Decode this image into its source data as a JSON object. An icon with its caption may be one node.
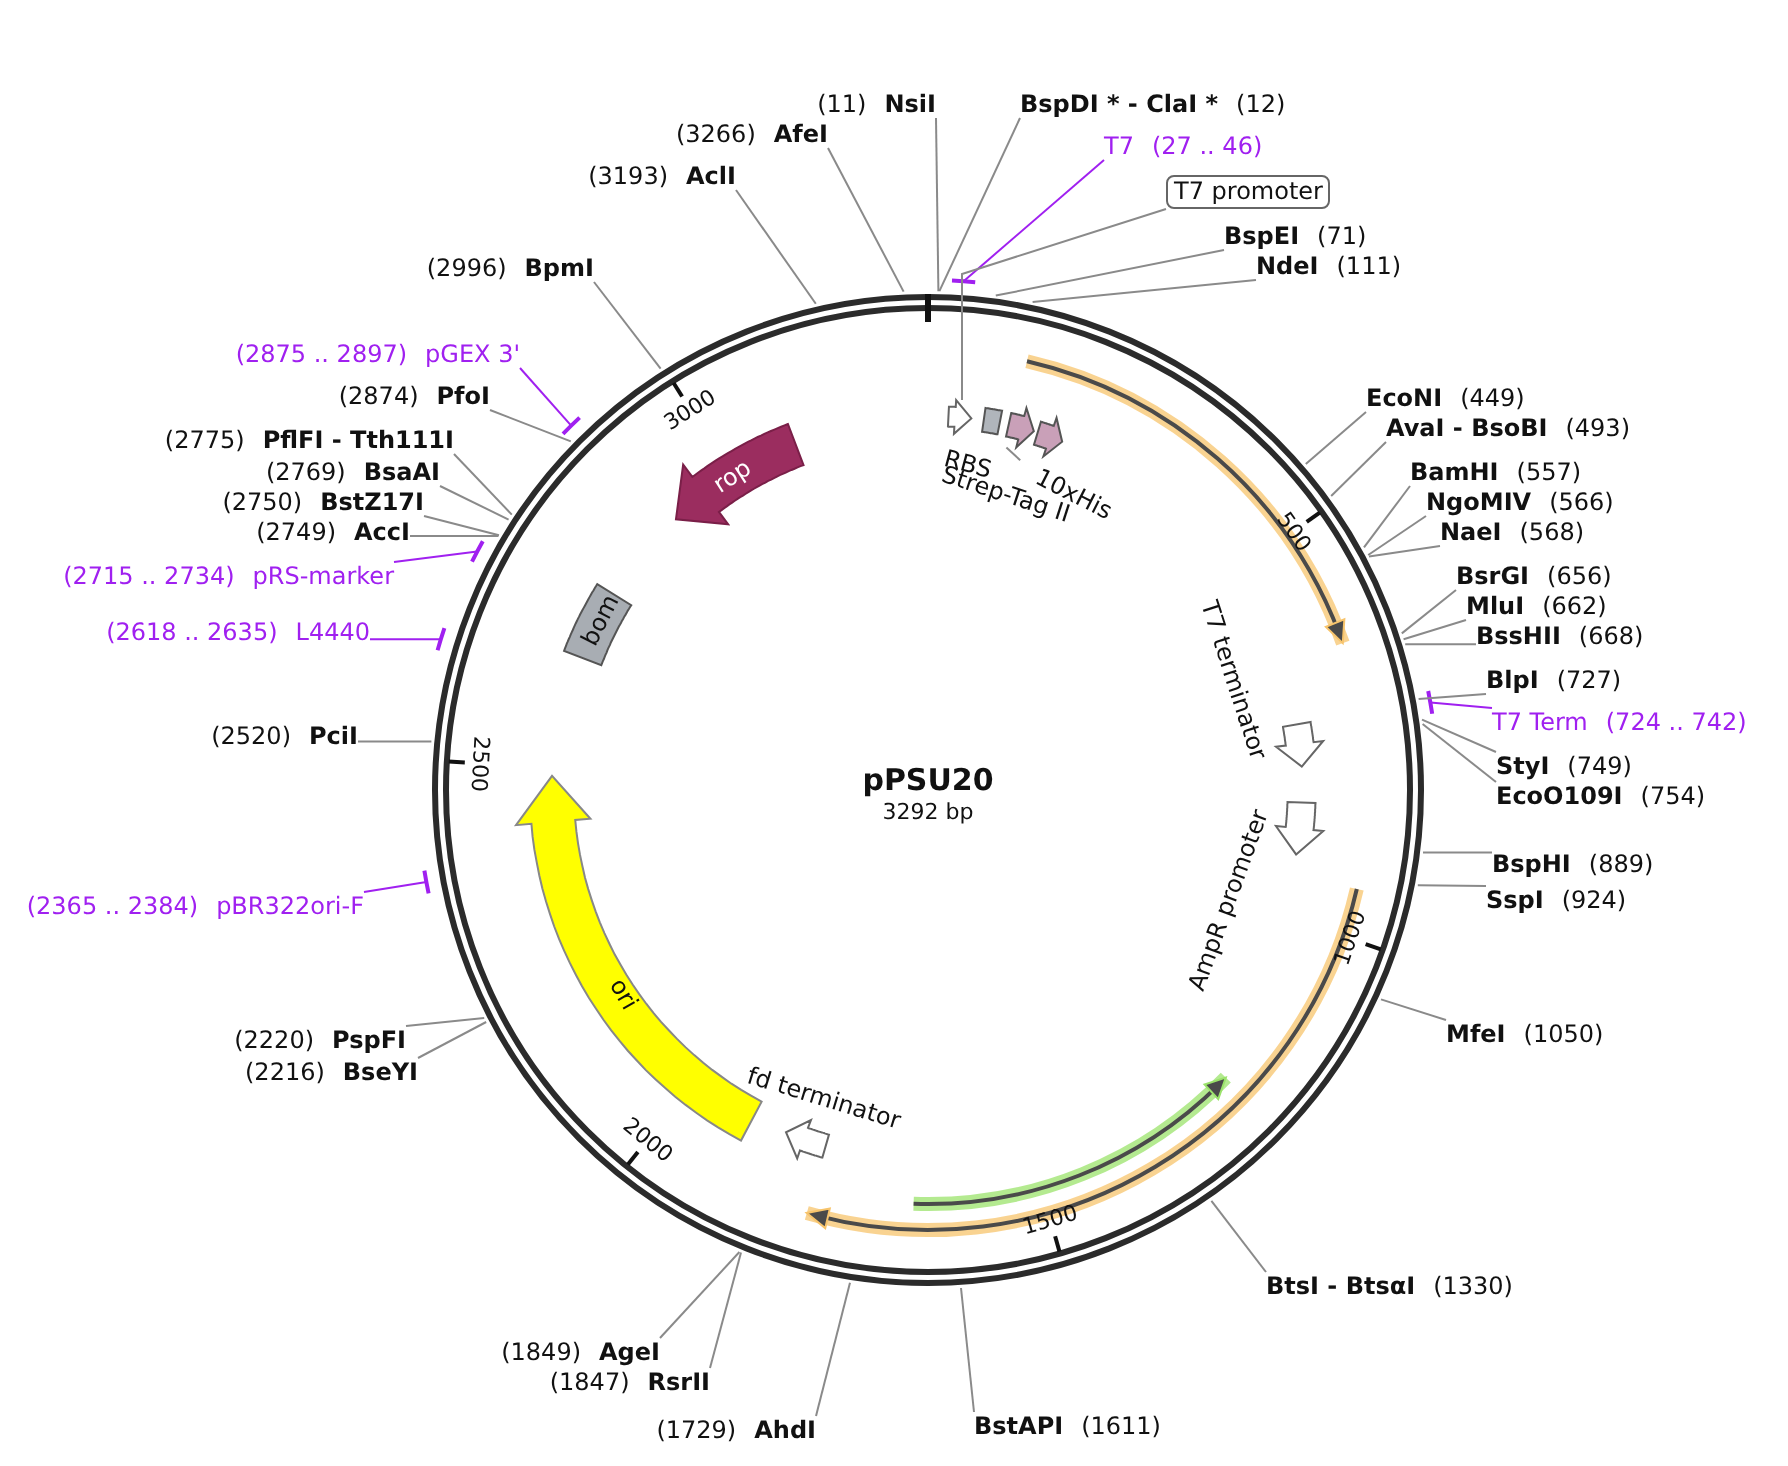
{
  "diagram": {
    "title": "pPSU20",
    "nodes": [
      {
        "text": [
          "(11)",
          "NsiI"
        ]
      },
      {
        "text": [
          "BspDI * - ClaI *",
          "(12)"
        ]
      },
      {
        "text": [
          "T7",
          "(27 .. 46)"
        ]
      },
      {
        "text": [
          "T7 promoter"
        ]
      },
      {
        "text": [
          "BspEI",
          "(71)"
        ]
      },
      {
        "text": [
          "NdeI",
          "(111)"
        ]
      },
      {
        "text": [
          "EcoNI",
          "(449)"
        ]
      },
      {
        "text": [
          "AvaI - BsoBI",
          "(493)"
        ]
      },
      {
        "text": [
          "BamHI",
          "(557)"
        ]
      },
      {
        "text": [
          "NgoMIV",
          "(566)"
        ]
      },
      {
        "text": [
          "NaeI",
          "(568)"
        ]
      },
      {
        "text": [
          "BsrGI",
          "(656)"
        ]
      },
      {
        "text": [
          "MluI",
          "(662)"
        ]
      },
      {
        "text": [
          "BssHII",
          "(668)"
        ]
      },
      {
        "text": [
          "T7 Term",
          "(724 .. 742)"
        ]
      },
      {
        "text": [
          "BlpI",
          "(727)"
        ]
      },
      {
        "text": [
          "StyI",
          "(749)"
        ]
      },
      {
        "text": [
          "EcoO109I",
          "(754)"
        ]
      },
      {
        "text": [
          "BspHI",
          "(889)"
        ]
      },
      {
        "text": [
          "SspI",
          "(924)"
        ]
      },
      {
        "text": [
          "MfeI",
          "(1050)"
        ]
      },
      {
        "text": [
          "BtsI - BtsαI",
          "(1330)"
        ]
      },
      {
        "text": [
          "BstAPI",
          "(1611)"
        ]
      },
      {
        "text": [
          "(1729)",
          "AhdI"
        ]
      },
      {
        "text": [
          "(1847)",
          "RsrII"
        ]
      },
      {
        "text": [
          "(1849)",
          "AgeI"
        ]
      },
      {
        "text": [
          "(2216)",
          "BseYI"
        ]
      },
      {
        "text": [
          "(2220)",
          "PspFI"
        ]
      },
      {
        "text": [
          "(2365 .. 2384)",
          "pBR322ori-F"
        ]
      },
      {
        "text": [
          "(2520)",
          "PciI"
        ]
      },
      {
        "text": [
          "(2618 .. 2635)",
          "L4440"
        ]
      },
      {
        "text": [
          "(2715 .. 2734)",
          "pRS-marker"
        ]
      },
      {
        "text": [
          "(2749)",
          "AccI"
        ]
      },
      {
        "text": [
          "(2750)",
          "BstZ17I"
        ]
      },
      {
        "text": [
          "(2769)",
          "BsaAI"
        ]
      },
      {
        "text": [
          "(2775)",
          "PflFI - Tth111I"
        ]
      },
      {
        "text": [
          "(2874)",
          "PfoI"
        ]
      },
      {
        "text": [
          "(2875 .. 2897)",
          "pGEX 3'"
        ]
      },
      {
        "text": [
          "(2996)",
          "BpmI"
        ]
      },
      {
        "text": [
          "(3193)",
          "AclI"
        ]
      },
      {
        "text": [
          "(3266)",
          "AfeI"
        ]
      },
      {
        "text": [
          "RBS"
        ]
      },
      {
        "text": [],
        "shape": "box"
      },
      {
        "text": [],
        "shape": "arrow"
      },
      {
        "text": [
          "10xHis"
        ]
      },
      {
        "text": [
          "Strep-Tag II"
        ]
      },
      {
        "text": [
          "T7 terminator"
        ]
      },
      {
        "text": [
          "AmpR promoter"
        ]
      },
      {
        "text": [
          "fd terminator"
        ]
      },
      {
        "text": [
          "ori"
        ]
      },
      {
        "text": [
          "bom"
        ]
      },
      {
        "text": [
          "rop"
        ]
      }
    ],
    "edges": [
      {
        "from": 0,
        "to": null,
        "arrow": "none"
      },
      {
        "from": 1,
        "to": null,
        "arrow": "none"
      },
      {
        "from": 2,
        "to": null,
        "arrow": "none",
        "color": "#a020f0"
      },
      {
        "from": 3,
        "to": 41,
        "arrow": "none"
      },
      {
        "from": 4,
        "to": null,
        "arrow": "none"
      },
      {
        "from": 5,
        "to": null,
        "arrow": "none"
      },
      {
        "from": 6,
        "to": null,
        "arrow": "none"
      },
      {
        "from": 7,
        "to": null,
        "arrow": "none"
      },
      {
        "from": 8,
        "to": null,
        "arrow": "none"
      },
      {
        "from": 9,
        "to": null,
        "arrow": "none"
      },
      {
        "from": 10,
        "to": null,
        "arrow": "none"
      },
      {
        "from": 11,
        "to": null,
        "arrow": "none"
      },
      {
        "from": 12,
        "to": null,
        "arrow": "none"
      },
      {
        "from": 13,
        "to": null,
        "arrow": "none"
      },
      {
        "from": 14,
        "to": null,
        "arrow": "none",
        "color": "#a020f0"
      },
      {
        "from": 15,
        "to": null,
        "arrow": "none"
      },
      {
        "from": 16,
        "to": null,
        "arrow": "none"
      },
      {
        "from": 17,
        "to": null,
        "arrow": "none"
      },
      {
        "from": 18,
        "to": null,
        "arrow": "none"
      },
      {
        "from": 19,
        "to": null,
        "arrow": "none"
      },
      {
        "from": 20,
        "to": null,
        "arrow": "none"
      },
      {
        "from": 21,
        "to": null,
        "arrow": "none"
      },
      {
        "from": 22,
        "to": null,
        "arrow": "none"
      },
      {
        "from": 23,
        "to": null,
        "arrow": "none"
      },
      {
        "from": 24,
        "to": null,
        "arrow": "none"
      },
      {
        "from": 25,
        "to": null,
        "arrow": "none"
      },
      {
        "from": 26,
        "to": null,
        "arrow": "none"
      },
      {
        "from": 27,
        "to": null,
        "arrow": "none"
      },
      {
        "from": 28,
        "to": null,
        "arrow": "none",
        "color": "#a020f0"
      },
      {
        "from": 29,
        "to": null,
        "arrow": "none"
      },
      {
        "from": 30,
        "to": null,
        "arrow": "none",
        "color": "#a020f0"
      },
      {
        "from": 31,
        "to": null,
        "arrow": "none",
        "color": "#a020f0"
      },
      {
        "from": 32,
        "to": null,
        "arrow": "none"
      },
      {
        "from": 33,
        "to": null,
        "arrow": "none"
      },
      {
        "from": 34,
        "to": null,
        "arrow": "none"
      },
      {
        "from": 35,
        "to": null,
        "arrow": "none"
      },
      {
        "from": 36,
        "to": null,
        "arrow": "none"
      },
      {
        "from": 37,
        "to": null,
        "arrow": "none",
        "color": "#a020f0"
      },
      {
        "from": 38,
        "to": null,
        "arrow": "none"
      },
      {
        "from": 39,
        "to": null,
        "arrow": "none"
      },
      {
        "from": 40,
        "to": null,
        "arrow": "none"
      },
      {
        "from": 45,
        "to": 43,
        "arrow": "none"
      }
    ],
    "labels": [
      "3292 bp",
      "500",
      "1000",
      "1500",
      "2000",
      "2500",
      "3000"
    ]
  }
}
